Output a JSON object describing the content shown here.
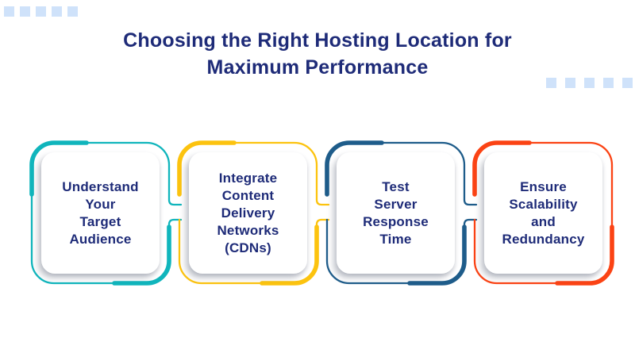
{
  "title": "Choosing the Right Hosting Location for\nMaximum Performance",
  "title_color": "#1e2b78",
  "text_color": "#1e2b78",
  "background_color": "#ffffff",
  "decor": {
    "square_color": "#cfe2fa",
    "top_left_square_count": 5,
    "right_square_count": 5
  },
  "cards": [
    {
      "label": "Understand\nYour\nTarget\nAudience",
      "color": "#10b5bc"
    },
    {
      "label": "Integrate\nContent\nDelivery\nNetworks\n(CDNs)",
      "color": "#fcc30f"
    },
    {
      "label": "Test\nServer\nResponse\nTime",
      "color": "#1e5c8a"
    },
    {
      "label": "Ensure\nScalability\nand\nRedundancy",
      "color": "#fb4314"
    }
  ]
}
